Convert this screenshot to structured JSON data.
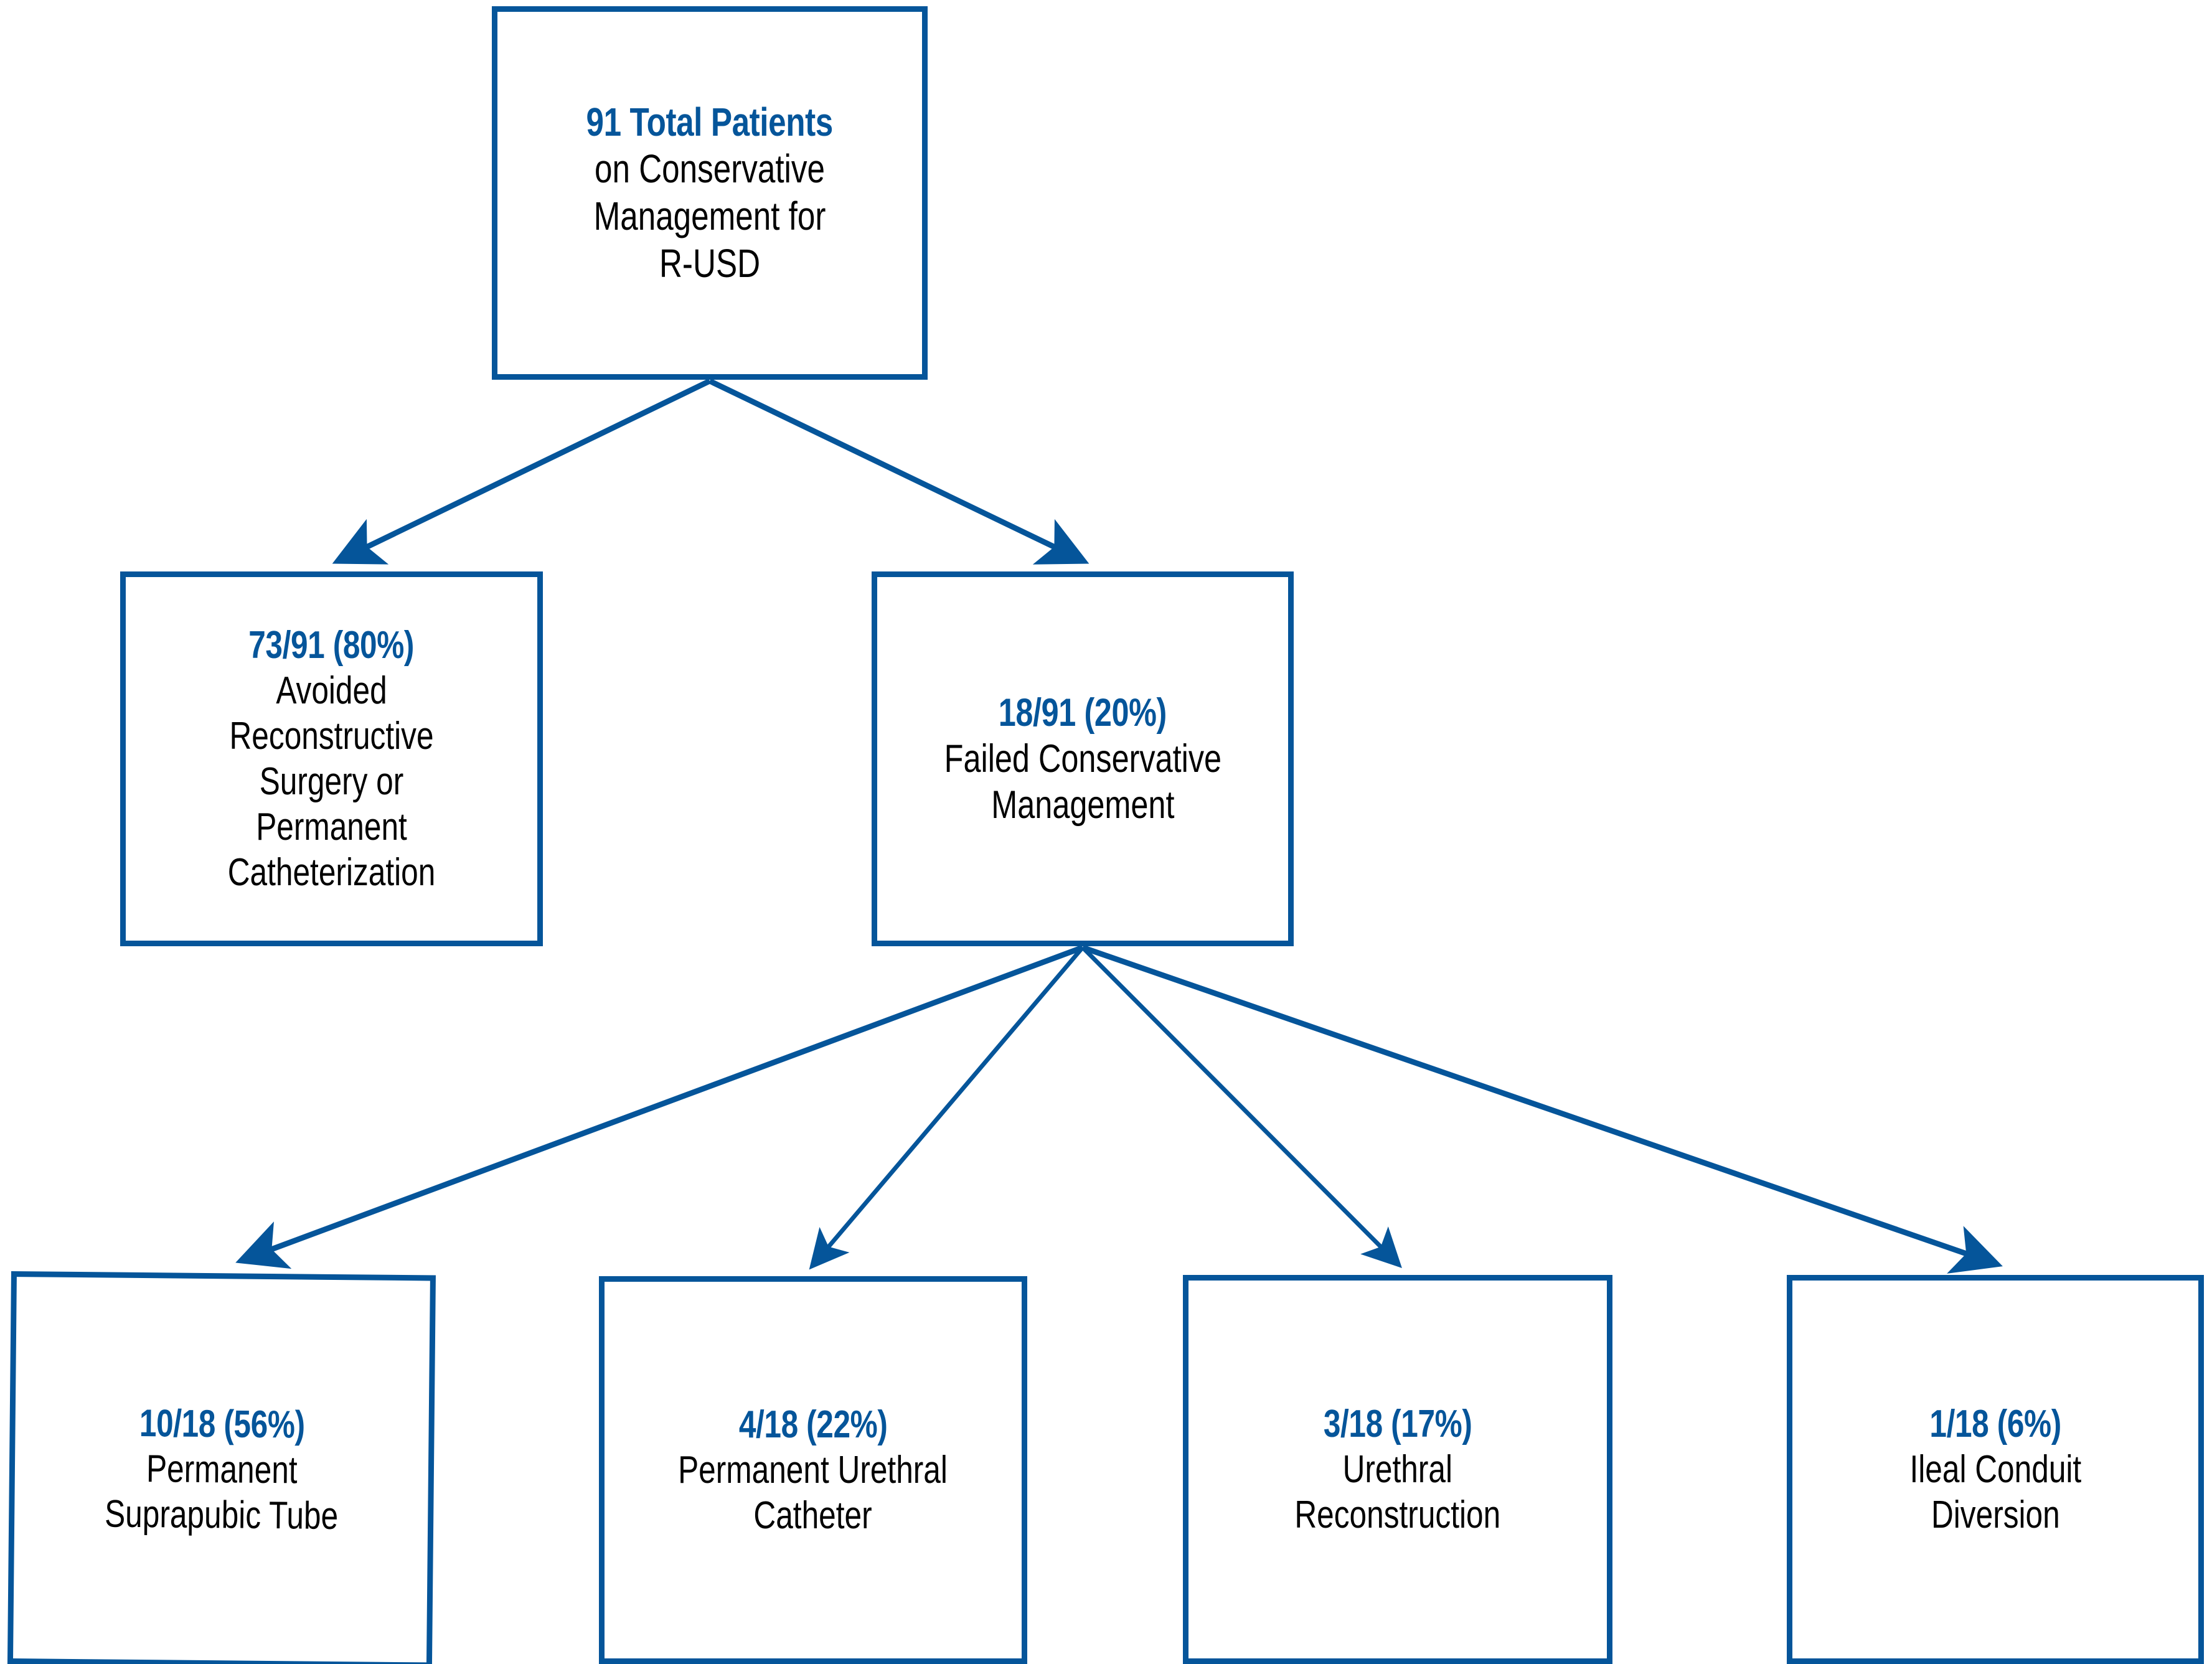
{
  "diagram": {
    "title": "Conservative management outcomes flowchart for R-USD",
    "accent_color": "#05559A",
    "text_color": "#000000",
    "background_color": "#FFFFFF"
  },
  "nodes": {
    "root": {
      "count": "91 Total Patients",
      "label": "on Conservative\nManagement for\nR-USD"
    },
    "avoided": {
      "count": "73/91 (80%)",
      "label": "Avoided\nReconstructive\nSurgery or\nPermanent\nCatheterization"
    },
    "failed": {
      "count": "18/91 (20%)",
      "label": "Failed Conservative\nManagement"
    },
    "suprapubic_tube": {
      "count": "10/18 (56%)",
      "label": "Permanent\nSuprapubic Tube"
    },
    "urethral_catheter": {
      "count": "4/18 (22%)",
      "label": "Permanent Urethral\nCatheter"
    },
    "urethral_reconstruction": {
      "count": "3/18 (17%)",
      "label": "Urethral\nReconstruction"
    },
    "ileal_conduit": {
      "count": "1/18 (6%)",
      "label": "Ileal Conduit\nDiversion"
    }
  },
  "chart_data": {
    "type": "diagram",
    "subtype": "flowchart-tree",
    "title": "Outcomes of Conservative Management for R-USD",
    "total": 91,
    "levels": [
      {
        "level": 0,
        "items": [
          {
            "id": "root",
            "numerator": 91,
            "denominator": null,
            "percent": null,
            "count_text": "91 Total Patients",
            "label": "on Conservative Management for R-USD"
          }
        ]
      },
      {
        "level": 1,
        "items": [
          {
            "id": "avoided",
            "numerator": 73,
            "denominator": 91,
            "percent": 80,
            "count_text": "73/91 (80%)",
            "label": "Avoided Reconstructive Surgery or Permanent Catheterization"
          },
          {
            "id": "failed",
            "numerator": 18,
            "denominator": 91,
            "percent": 20,
            "count_text": "18/91 (20%)",
            "label": "Failed Conservative Management"
          }
        ]
      },
      {
        "level": 2,
        "items": [
          {
            "id": "suprapubic_tube",
            "numerator": 10,
            "denominator": 18,
            "percent": 56,
            "count_text": "10/18 (56%)",
            "label": "Permanent Suprapubic Tube"
          },
          {
            "id": "urethral_catheter",
            "numerator": 4,
            "denominator": 18,
            "percent": 22,
            "count_text": "4/18 (22%)",
            "label": "Permanent Urethral Catheter"
          },
          {
            "id": "urethral_reconstruction",
            "numerator": 3,
            "denominator": 18,
            "percent": 17,
            "count_text": "3/18 (17%)",
            "label": "Urethral Reconstruction"
          },
          {
            "id": "ileal_conduit",
            "numerator": 1,
            "denominator": 18,
            "percent": 6,
            "count_text": "1/18 (6%)",
            "label": "Ileal Conduit Diversion"
          }
        ]
      }
    ],
    "edges": [
      {
        "from": "root",
        "to": "avoided"
      },
      {
        "from": "root",
        "to": "failed"
      },
      {
        "from": "failed",
        "to": "suprapubic_tube"
      },
      {
        "from": "failed",
        "to": "urethral_catheter"
      },
      {
        "from": "failed",
        "to": "urethral_reconstruction"
      },
      {
        "from": "failed",
        "to": "ileal_conduit"
      }
    ]
  }
}
